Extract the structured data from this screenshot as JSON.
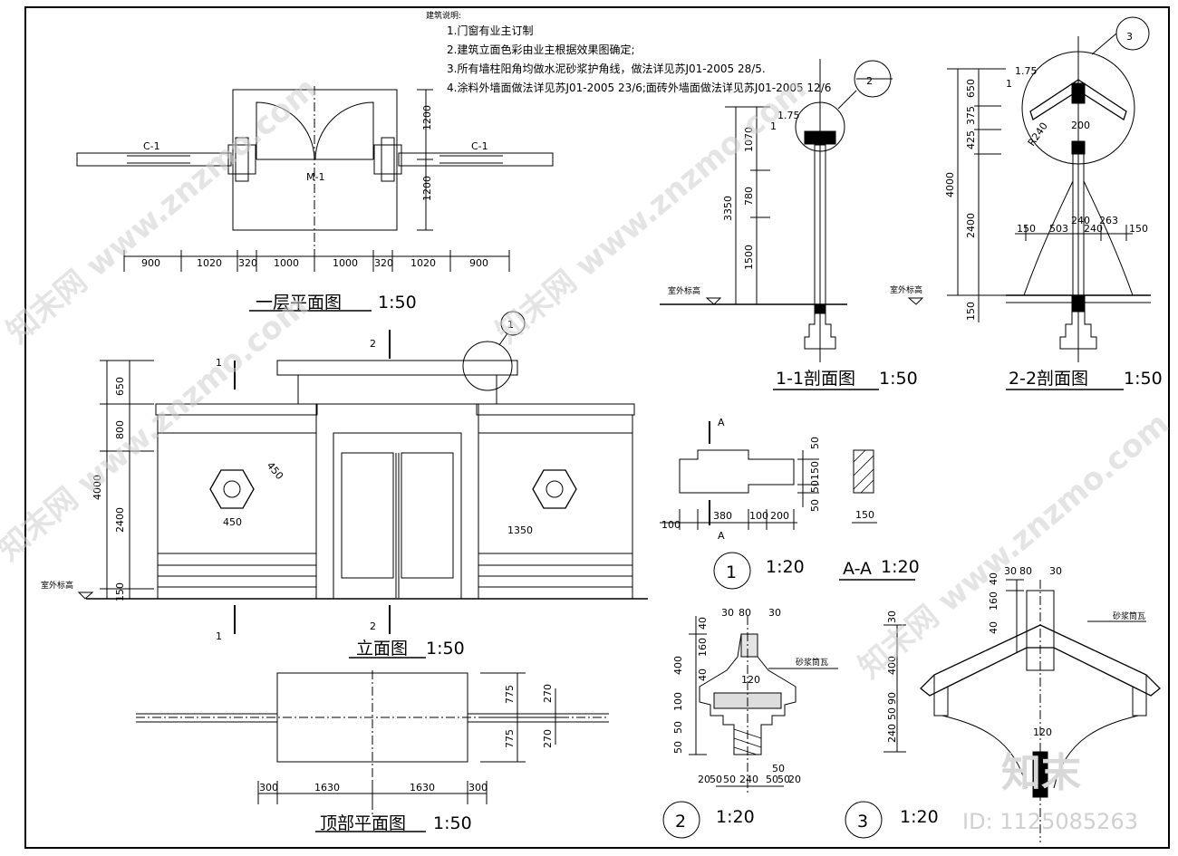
{
  "notes": {
    "title": "建筑说明:",
    "items": [
      "1.门窗有业主订制",
      "2.建筑立面色彩由业主根据效果图确定;",
      "3.所有墙柱阳角均做水泥砂浆护角线，做法详见苏J01-2005 28/5.",
      "4.涂料外墙面做法详见苏J01-2005 23/6;面砖外墙面做法详见苏J01-2005 12/6"
    ]
  },
  "plan": {
    "title": "一层平面图",
    "scale": "1:50",
    "window_left": "C-1",
    "window_right": "C-1",
    "door": "M-1",
    "dims_bottom": [
      "900",
      "1020",
      "320",
      "1000",
      "1000",
      "320",
      "1020",
      "900"
    ],
    "dims_right": [
      "1200",
      "1200"
    ]
  },
  "elevation": {
    "title": "立面图",
    "scale": "1:50",
    "dims_left": [
      "650",
      "800",
      "2400",
      "150"
    ],
    "dim_total": "4000",
    "ground_label": "室外标高",
    "dim_hex": "450",
    "dim_hex_diag": "450",
    "dim_wall": "1350",
    "cut_1": "1",
    "cut_2": "2",
    "callout_1": "1"
  },
  "section11": {
    "title": "1-1剖面图",
    "scale": "1:50",
    "dims": [
      "1070",
      "780",
      "1500"
    ],
    "dim_total": "3350",
    "slope": "1.75",
    "slope_base": "1",
    "ground_label": "室外标高",
    "callout": "2"
  },
  "section22": {
    "title": "2-2剖面图",
    "scale": "1:50",
    "dims": [
      "650",
      "375",
      "425",
      "2400"
    ],
    "dim_total": "4000",
    "dim_bottom": "150",
    "dims_h": [
      "150",
      "503",
      "240",
      "240",
      "263",
      "150"
    ],
    "dim_200": "200",
    "radius": "R240",
    "slope": "1.75",
    "slope_base": "1",
    "ground_label": "室外标高",
    "callout": "3"
  },
  "detail1": {
    "title_num": "1",
    "scale": "1:20",
    "dims_bottom": [
      "100",
      "380",
      "100",
      "200"
    ],
    "dims_right": [
      "50",
      "150",
      "50",
      "50"
    ],
    "section_label": "A",
    "aa_title": "A-A",
    "aa_scale": "1:20",
    "aa_dim": "150"
  },
  "detail2": {
    "title_num": "2",
    "scale": "1:20",
    "dims_top": [
      "30",
      "80",
      "30"
    ],
    "dims_left": [
      "40",
      "160",
      "40",
      "400",
      "100",
      "50",
      "50"
    ],
    "dims_bottom": [
      "20",
      "50",
      "50",
      "240",
      "50",
      "50",
      "20"
    ],
    "dim_120": "120",
    "dim_50": "50",
    "label": "砂浆筒瓦"
  },
  "detail3": {
    "title_num": "3",
    "scale": "1:20",
    "dims_top": [
      "30",
      "80",
      "30"
    ],
    "dims_left": [
      "40",
      "160",
      "40",
      "30",
      "400",
      "50",
      "90",
      "240"
    ],
    "dim_120": "120",
    "label": "砂浆筒瓦"
  },
  "roofplan": {
    "title": "顶部平面图",
    "scale": "1:50",
    "dims_right": [
      "775",
      "775",
      "270",
      "270"
    ],
    "dims_bottom": [
      "300",
      "1630",
      "1630",
      "300"
    ]
  },
  "footer": {
    "logo": "知末",
    "id_text": "ID: 1125085263"
  },
  "watermark": "知末网 www.znzmo.com"
}
